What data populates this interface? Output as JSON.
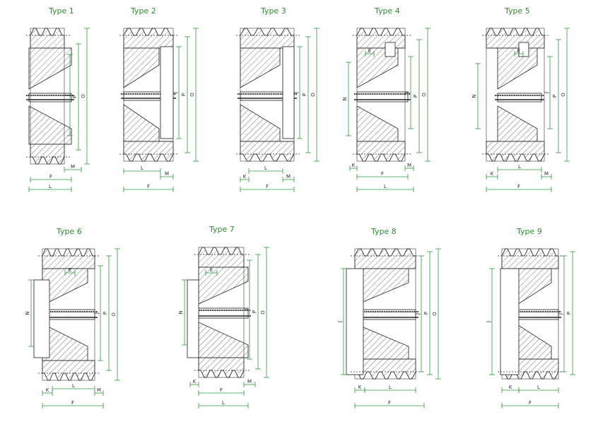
{
  "types": [
    {
      "title": "Type 1"
    },
    {
      "title": "Type 2"
    },
    {
      "title": "Type 3"
    },
    {
      "title": "Type 4"
    },
    {
      "title": "Type 5"
    },
    {
      "title": "Type 6"
    },
    {
      "title": "Type 7"
    },
    {
      "title": "Type 8"
    },
    {
      "title": "Type 9"
    }
  ],
  "dims": {
    "F": "F",
    "L": "L",
    "M": "M",
    "K": "K",
    "E": "E",
    "N": "N",
    "J": "J",
    "P": "P",
    "O": "O"
  },
  "colors": {
    "title": "#2f8f2f",
    "dimension_line": "#2e9a3e",
    "outline": "#333333",
    "hatch": "#555555"
  }
}
